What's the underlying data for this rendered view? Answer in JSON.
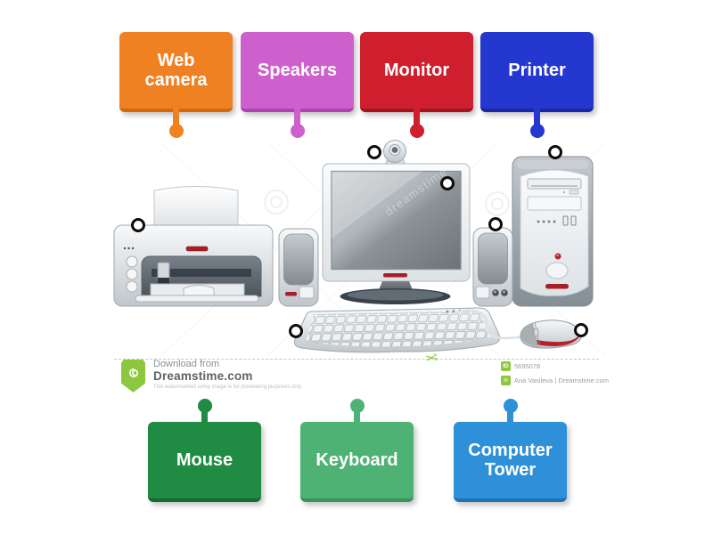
{
  "labels": {
    "top": [
      {
        "text": "Web camera",
        "color": "#f08122",
        "edge": "#d2690d"
      },
      {
        "text": "Speakers",
        "color": "#ce60ce",
        "edge": "#ae44ae"
      },
      {
        "text": "Monitor",
        "color": "#cf1f2e",
        "edge": "#a2151f"
      },
      {
        "text": "Printer",
        "color": "#2438cf",
        "edge": "#1a28a6"
      }
    ],
    "bottom": [
      {
        "text": "Mouse",
        "color": "#1f8b43",
        "edge": "#156c32"
      },
      {
        "text": "Keyboard",
        "color": "#4fb275",
        "edge": "#37935a"
      },
      {
        "text": "Computer Tower",
        "color": "#2e90d9",
        "edge": "#1d73b4"
      }
    ]
  },
  "scene": {
    "watermark_text": "dreamstime"
  },
  "watermark_bar": {
    "brand_color": "#8dc63f",
    "download_from": "Download from",
    "site_name": "Dreamstime.com",
    "disclaimer": "This watermarked comp image is for previewing purposes only.",
    "id_label": "ID",
    "image_id": "5695078",
    "copyright_symbol": "©",
    "credit": "Ana Vasileva | Dreamstime.com",
    "scissors_icon": "✂"
  }
}
